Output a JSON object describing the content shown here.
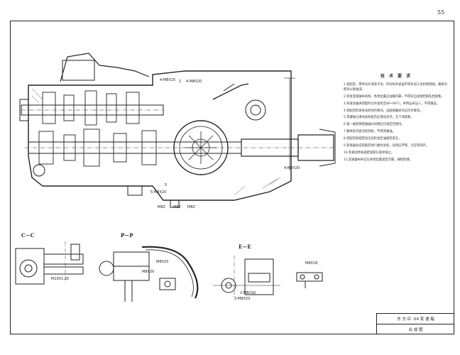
{
  "page_number": "55",
  "notes": {
    "title": "技 术 要 求",
    "items": [
      "1.装配前，零件内外清洗干净，所有机件表面不得有加工毛刺和锈蚀，箱体内壁涂以耐油漆。",
      "2.检查变速操纵机构，各档位置应准确可靠，不得有自动脱档和乱档现象。",
      "3.各滚动轴承装配时允许加热至80~90℃，并用压床压入，不得锤击。",
      "4.装配后检查各齿轮啮合情况，齿面接触斑点应符合要求。",
      "5.花键轴与滑动齿轮配合应滑动灵活，无卡滞现象。",
      "6.第一轴及倒档轴轴向间隙应在规定范围内。",
      "7.箱体结合面涂密封胶，不得渗漏油。",
      "8.装配后按规定加注齿轮油至油面检查孔。",
      "9.变速器总成装配后进行磨合试验，运转应平稳，无异常响声。",
      "10.各紧固件按规定扭矩拧紧并锁止。",
      "11.变速操纵杆应在各档位置锁定可靠，换档轻便。"
    ]
  },
  "title_block": {
    "name": "东 方 红 -54 变 速 箱",
    "subtitle": "合 成 图"
  },
  "sections": {
    "c": "C－C",
    "p": "P－P",
    "e": "E－E"
  },
  "labels": {
    "l1": "4-M8X25",
    "l2": "1",
    "l3": "4-M8X20",
    "l4": "5",
    "l5": "5-M8X20",
    "l6": "M8Z",
    "l7": "M8Z",
    "l8": "M8Z",
    "l9": "4-M8X20",
    "l10": "M8X20",
    "l11": "M8X20",
    "l12": "2-M8X30",
    "l13": "M8X18",
    "l14": "3-M8X20",
    "l15": "M10X1.25"
  }
}
